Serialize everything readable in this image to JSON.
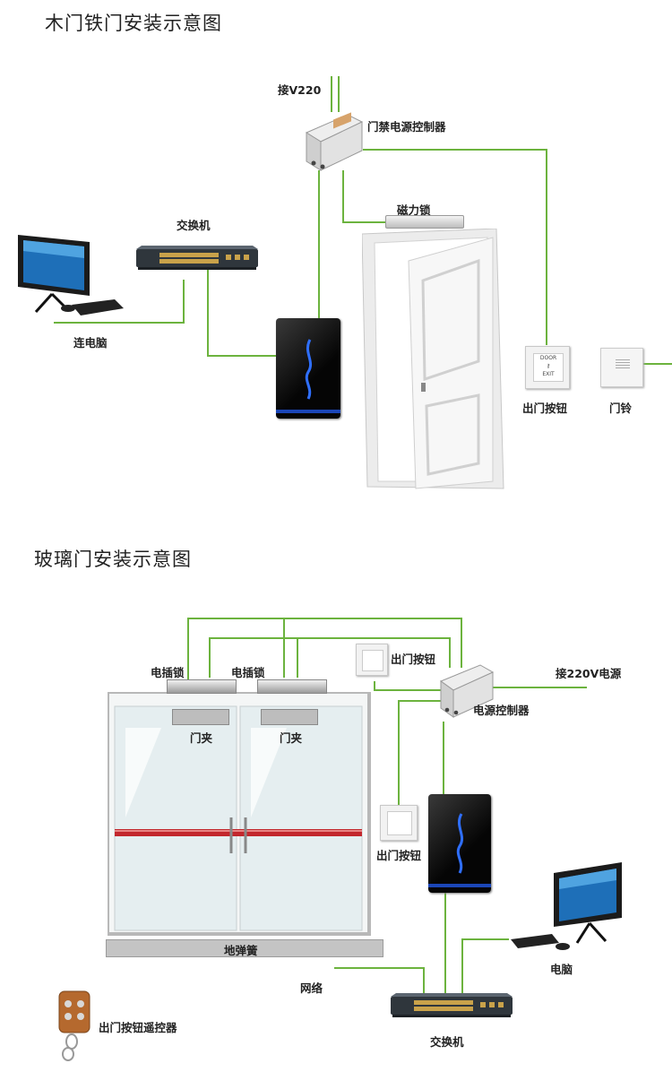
{
  "section1": {
    "title": "木门铁门安装示意图",
    "labels": {
      "power_in": "接V220",
      "controller": "门禁电源控制器",
      "magnetic_lock": "磁力锁",
      "switch": "交换机",
      "computer": "连电脑",
      "exit_button": "出门按钮",
      "doorbell": "门铃"
    }
  },
  "section2": {
    "title": "玻璃门安装示意图",
    "labels": {
      "bolt_lock_left": "电插锁",
      "bolt_lock_right": "电插锁",
      "door_clamp_left": "门夹",
      "door_clamp_right": "门夹",
      "exit_button_top": "出门按钮",
      "power_in": "接220V电源",
      "controller": "电源控制器",
      "exit_button_left": "出门按钮",
      "floor_spring": "地弹簧",
      "network": "网络",
      "computer": "电脑",
      "remote": "出门按钮遥控器",
      "switch": "交换机"
    }
  },
  "button_face": {
    "top": "DOOR",
    "bottom": "EXIT"
  },
  "colors": {
    "wire": "#6cb33e",
    "reader_glow": "#2f6fff",
    "glass_bar": "#c2272d"
  }
}
